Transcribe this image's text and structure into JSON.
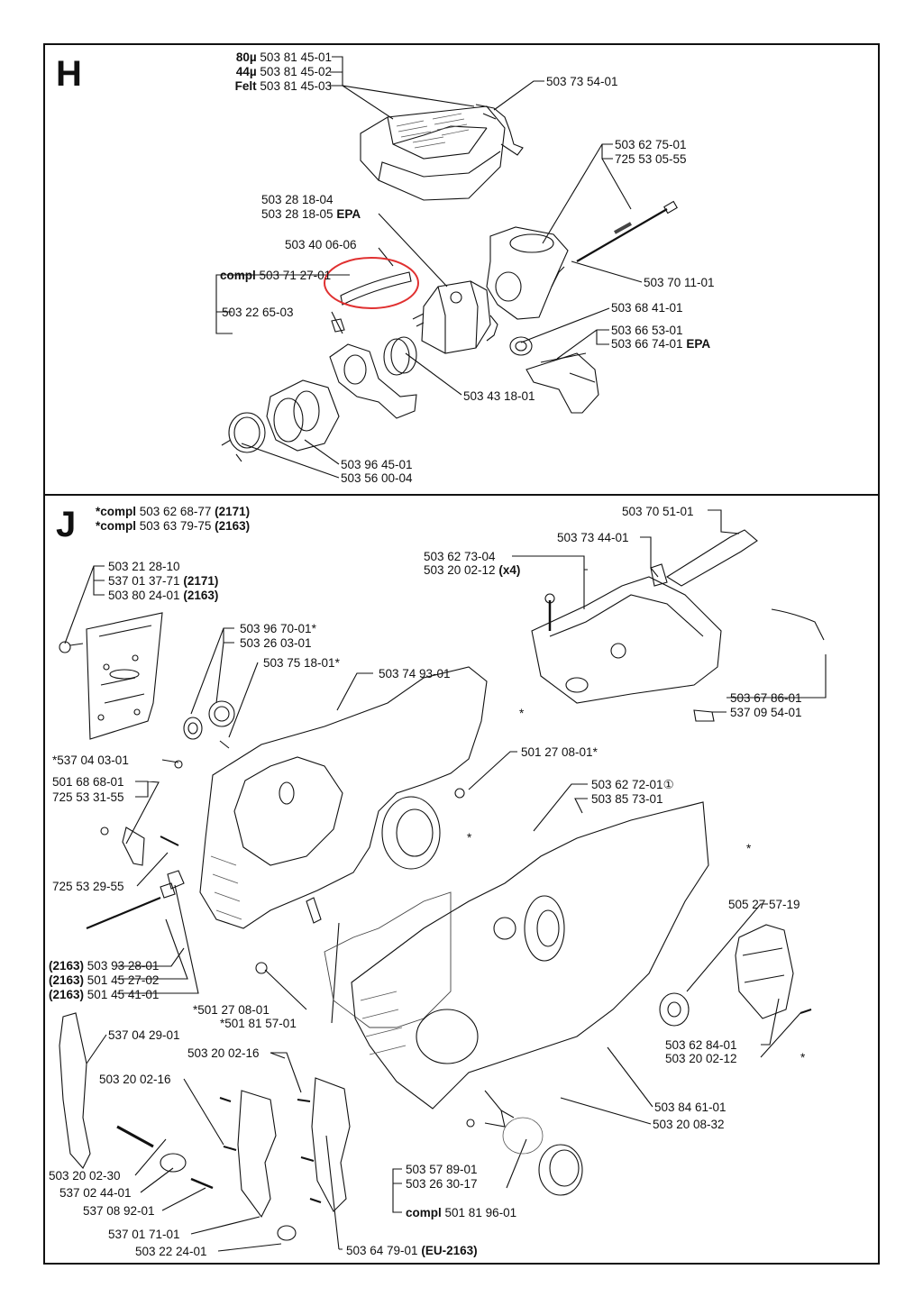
{
  "section_h": {
    "letter": "H",
    "labels": {
      "h1": {
        "pre": "80µ",
        "num": "503 81 45-01",
        "post": ""
      },
      "h2": {
        "pre": "44µ",
        "num": "503 81 45-02",
        "post": ""
      },
      "h3": {
        "pre": "Felt",
        "num": "503 81 45-03",
        "post": ""
      },
      "h4": {
        "pre": "",
        "num": "503 73 54-01",
        "post": ""
      },
      "h5": {
        "pre": "",
        "num": "503 62 75-01",
        "post": ""
      },
      "h6": {
        "pre": "",
        "num": "725 53 05-55",
        "post": ""
      },
      "h7": {
        "pre": "",
        "num": "503 28 18-04",
        "post": ""
      },
      "h8": {
        "pre": "",
        "num": "503 28 18-05",
        "post": "EPA"
      },
      "h9": {
        "pre": "",
        "num": "503 40 06-06",
        "post": ""
      },
      "h10": {
        "pre": "compl",
        "num": "503 71 27-01",
        "post": ""
      },
      "h11": {
        "pre": "",
        "num": "503 70 11-01",
        "post": ""
      },
      "h12": {
        "pre": "",
        "num": "503 22 65-03",
        "post": ""
      },
      "h13": {
        "pre": "",
        "num": "503 68 41-01",
        "post": ""
      },
      "h14": {
        "pre": "",
        "num": "503 66 53-01",
        "post": ""
      },
      "h15": {
        "pre": "",
        "num": "503 66 74-01",
        "post": "EPA"
      },
      "h16": {
        "pre": "",
        "num": "503 43 18-01",
        "post": ""
      },
      "h17": {
        "pre": "",
        "num": "503 96 45-01",
        "post": ""
      },
      "h18": {
        "pre": "",
        "num": "503 56 00-04",
        "post": ""
      }
    }
  },
  "section_j": {
    "letter": "J",
    "labels": {
      "j1": {
        "pre": "*compl",
        "num": "503 62 68-77",
        "post": "(2171)"
      },
      "j2": {
        "pre": "*compl",
        "num": "503 63 79-75",
        "post": "(2163)"
      },
      "j3": {
        "pre": "",
        "num": "503 70 51-01",
        "post": ""
      },
      "j4": {
        "pre": "",
        "num": "503 73 44-01",
        "post": ""
      },
      "j5": {
        "pre": "",
        "num": "503 62 73-04",
        "post": ""
      },
      "j6": {
        "pre": "",
        "num": "503 20 02-12",
        "post": "(x4)"
      },
      "j7": {
        "pre": "",
        "num": "503 21 28-10",
        "post": ""
      },
      "j8": {
        "pre": "",
        "num": "537 01 37-71",
        "post": "(2171)"
      },
      "j9": {
        "pre": "",
        "num": "503 80 24-01",
        "post": "(2163)"
      },
      "j10": {
        "pre": "",
        "num": "503 96 70-01*",
        "post": ""
      },
      "j11": {
        "pre": "",
        "num": "503 26 03-01",
        "post": ""
      },
      "j12": {
        "pre": "",
        "num": "503 75 18-01*",
        "post": ""
      },
      "j13": {
        "pre": "",
        "num": "503 74 93-01",
        "post": ""
      },
      "j14": {
        "pre": "",
        "num": "503 67 86-01",
        "post": ""
      },
      "j15": {
        "pre": "",
        "num": "537 09 54-01",
        "post": ""
      },
      "j16": {
        "pre": "",
        "num": "*537 04 03-01",
        "post": ""
      },
      "j17": {
        "pre": "",
        "num": "501 27 08-01*",
        "post": ""
      },
      "j18": {
        "pre": "",
        "num": "501 68 68-01",
        "post": ""
      },
      "j19": {
        "pre": "",
        "num": "725 53 31-55",
        "post": ""
      },
      "j20": {
        "pre": "",
        "num": "503 62 72-01①",
        "post": ""
      },
      "j21": {
        "pre": "",
        "num": "503 85 73-01",
        "post": ""
      },
      "j22": {
        "pre": "",
        "num": "725 53 29-55",
        "post": ""
      },
      "j23": {
        "pre": "",
        "num": "505 27 57-19",
        "post": ""
      },
      "j24": {
        "pre": "(2163)",
        "num": "503 93 28-01",
        "post": ""
      },
      "j25": {
        "pre": "(2163)",
        "num": "501 45 27-02",
        "post": ""
      },
      "j26": {
        "pre": "(2163)",
        "num": "501 45 41-01",
        "post": ""
      },
      "j27": {
        "pre": "",
        "num": "*501 27 08-01",
        "post": ""
      },
      "j28": {
        "pre": "",
        "num": "*501 81 57-01",
        "post": ""
      },
      "j29": {
        "pre": "",
        "num": "537 04 29-01",
        "post": ""
      },
      "j30": {
        "pre": "",
        "num": "503 20 02-16",
        "post": ""
      },
      "j31": {
        "pre": "",
        "num": "503 20 02-16",
        "post": ""
      },
      "j32": {
        "pre": "",
        "num": "503 62 84-01",
        "post": ""
      },
      "j33": {
        "pre": "",
        "num": "503 20 02-12",
        "post": ""
      },
      "j34": {
        "pre": "",
        "num": "503 84 61-01",
        "post": ""
      },
      "j35": {
        "pre": "",
        "num": "503 20 08-32",
        "post": ""
      },
      "j36": {
        "pre": "",
        "num": "503 57 89-01",
        "post": ""
      },
      "j37": {
        "pre": "",
        "num": "503 26 30-17",
        "post": ""
      },
      "j38": {
        "pre": "compl",
        "num": "501 81 96-01",
        "post": ""
      },
      "j39": {
        "pre": "",
        "num": "503 20 02-30",
        "post": ""
      },
      "j40": {
        "pre": "",
        "num": "537 02 44-01",
        "post": ""
      },
      "j41": {
        "pre": "",
        "num": "537 08 92-01",
        "post": ""
      },
      "j42": {
        "pre": "",
        "num": "537 01 71-01",
        "post": ""
      },
      "j43": {
        "pre": "",
        "num": "503 22 24-01",
        "post": ""
      },
      "j44": {
        "pre": "",
        "num": "503 64 79-01",
        "post": "(EU-2163)"
      }
    },
    "asterisks": {
      "a1": "*",
      "a2": "*",
      "a3": "*",
      "a4": "*"
    }
  },
  "highlight": {
    "color": "#e03030"
  }
}
